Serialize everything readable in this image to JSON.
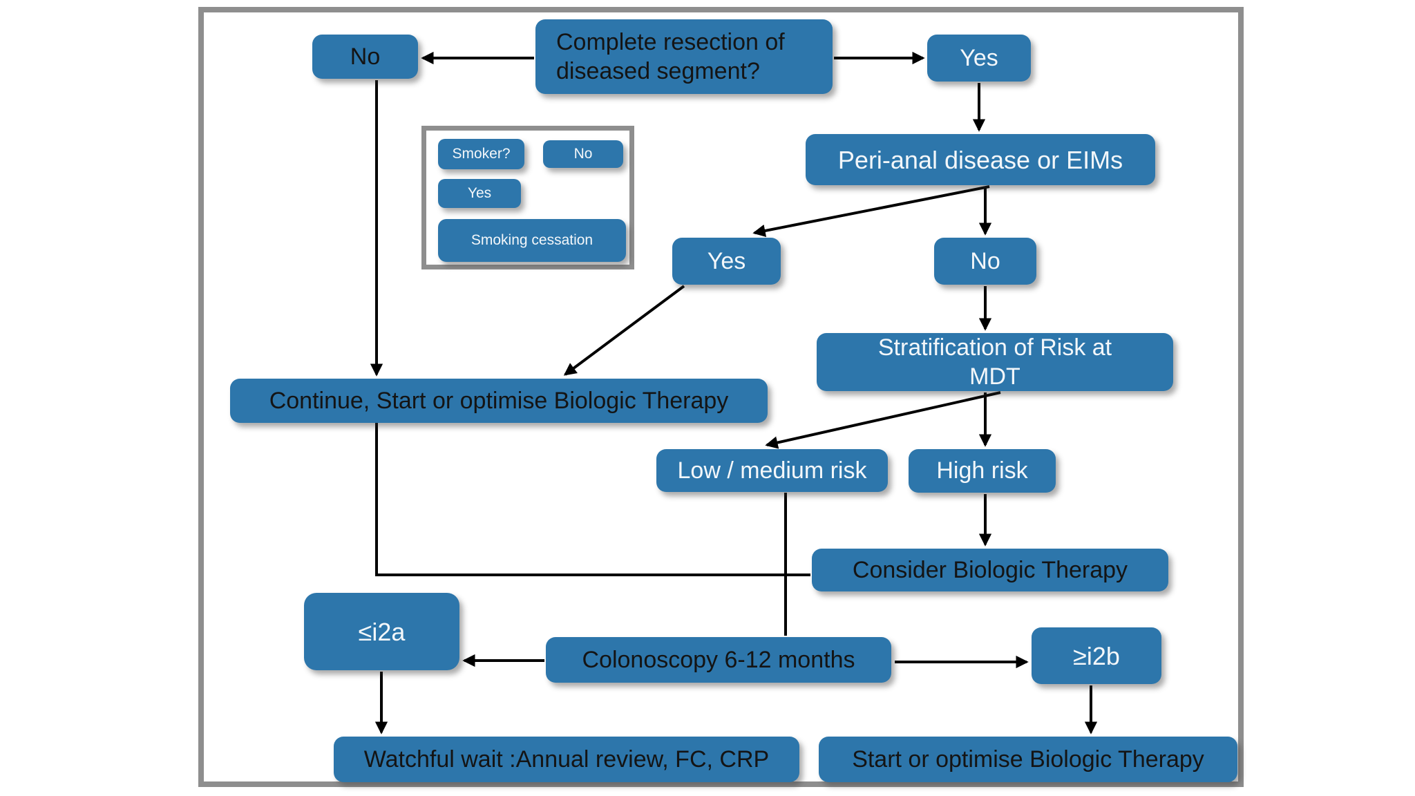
{
  "diagram": {
    "title": "Post-resection management flowchart",
    "nodes": {
      "no_top": "No",
      "complete_resection": "Complete resection of diseased segment?",
      "yes_top": "Yes",
      "perianal": "Peri-anal disease or EIMs",
      "smoker": "Smoker?",
      "smoker_no": "No",
      "smoker_yes": "Yes",
      "smoking_cessation": "Smoking cessation",
      "yes_mid": "Yes",
      "no_mid": "No",
      "stratification": "Stratification of Risk at MDT",
      "continue_biologic": "Continue, Start or optimise  Biologic Therapy",
      "low_medium": "Low / medium risk",
      "high_risk": "High risk",
      "consider_biologic": "Consider Biologic Therapy",
      "i2a": "≤i2a",
      "colonoscopy": "Colonoscopy 6-12 months",
      "i2b": "≥i2b",
      "watchful": "Watchful wait :Annual review, FC, CRP",
      "start_optimise": "Start or optimise  Biologic Therapy"
    },
    "colors": {
      "node_fill": "#2d76ab",
      "frame_border": "#8e8e8e",
      "arrow": "#000000",
      "text_dark": "#141414",
      "text_light": "#f3f7fa"
    }
  }
}
